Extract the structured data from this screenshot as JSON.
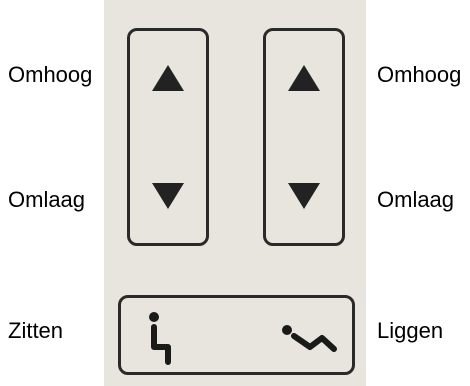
{
  "labels": {
    "left_up": "Omhoog",
    "left_down": "Omlaag",
    "right_up": "Omhoog",
    "right_down": "Omlaag",
    "sit": "Zitten",
    "lie": "Liggen"
  },
  "icons": {
    "up": "up-triangle-icon",
    "down": "down-triangle-icon",
    "sit": "sitting-person-icon",
    "lie": "reclining-person-icon"
  },
  "colors": {
    "panel": "#e7e5de",
    "ink": "#2a2a2a",
    "text": "#000000"
  }
}
